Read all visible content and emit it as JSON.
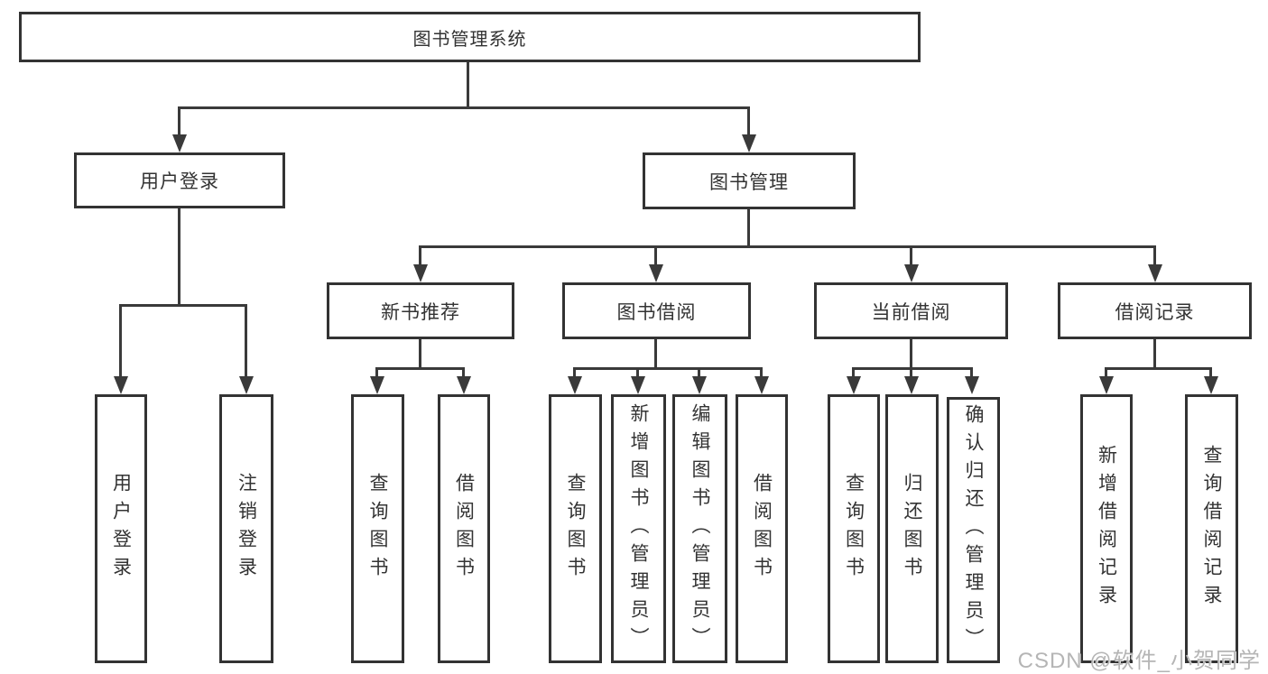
{
  "diagram": {
    "root": {
      "label": "图书管理系统"
    },
    "level2": [
      {
        "label": "用户登录"
      },
      {
        "label": "图书管理"
      }
    ],
    "level3": [
      {
        "label": "新书推荐"
      },
      {
        "label": "图书借阅"
      },
      {
        "label": "当前借阅"
      },
      {
        "label": "借阅记录"
      }
    ],
    "level4": {
      "user_login": [
        "用户登录",
        "注销登录"
      ],
      "new_book": [
        "查询图书",
        "借阅图书"
      ],
      "book_borrow": [
        "查询图书",
        "新增图书（管理员）",
        "编辑图书（管理员）",
        "借阅图书"
      ],
      "current_borrow": [
        "查询图书",
        "归还图书",
        "确认归还（管理员）"
      ],
      "borrow_records": [
        "新增借阅记录",
        "查询借阅记录"
      ]
    },
    "watermark": "CSDN @软件_小贺同学",
    "colors": {
      "line": "#3a3a3a",
      "box_border": "#333333",
      "box_bg": "#ffffff",
      "text": "#333333",
      "watermark": "#b5b5b5"
    }
  }
}
